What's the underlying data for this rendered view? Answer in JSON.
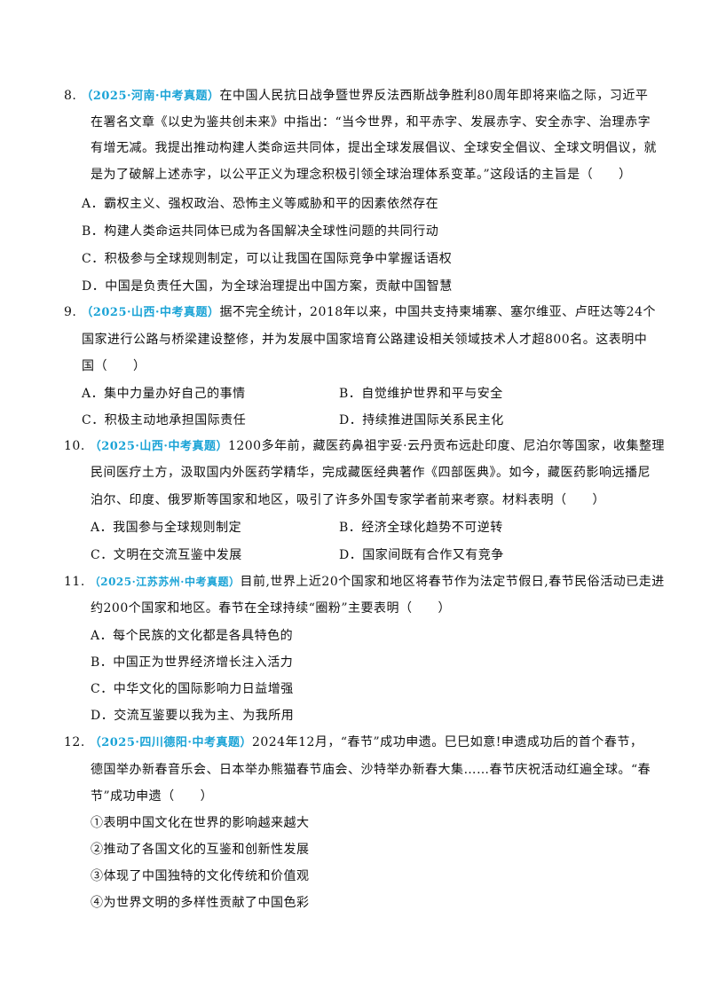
{
  "questions": [
    {
      "number": "8.",
      "tag": "（2025·河南·中考真题）",
      "first": "在中国人民抗日战争暨世界反法西斯战争胜利80周年即将来临之际，习近平",
      "lines": [
        "在署名文章《以史为鉴共创未来》中指出：“当今世界，和平赤字、发展赤字、安全赤字、治理赤字",
        "有增无减。我提出推动构建人类命运共同体，提出全球发展倡议、全球安全倡议、全球文明倡议，就",
        "是为了破解上述赤字，以公平正义为理念积极引领全球治理体系变革。”这段话的主旨是（　　）"
      ],
      "options": [
        "A．霸权主义、强权政治、恐怖主义等威胁和平的因素依然存在",
        "B．构建人类命运共同体已成为各国解决全球性问题的共同行动",
        "C．积极参与全球规则制定，可以让我国在国际竞争中掌握话语权",
        "D．中国是负责任大国，为全球治理提出中国方案，贡献中国智慧"
      ]
    },
    {
      "number": "9.",
      "tag": "（2025·山西·中考真题）",
      "first": "据不完全统计，2018年以来，中国共支持柬埔寨、塞尔维亚、卢旺达等24个",
      "lines": [
        "国家进行公路与桥梁建设整修，并为发展中国家培育公路建设相关领域技术人才超800名。这表明中",
        "国（　　）"
      ],
      "options": [
        "A．集中力量办好自己的事情",
        "B．自觉维护世界和平与安全",
        "C．积极主动地承担国际责任",
        "D．持续推进国际关系民主化"
      ]
    },
    {
      "number": "10.",
      "tag": "（2025·山西·中考真题）",
      "first": "1200多年前，藏医药鼻祖宇妥·云丹贡布远赴印度、尼泊尔等国家，收集整理",
      "lines": [
        "民间医疗土方，汲取国内外医药学精华，完成藏医经典著作《四部医典》。如今，藏医药影响远播尼",
        "泊尔、印度、俄罗斯等国家和地区，吸引了许多外国专家学者前来考察。材料表明（　　）"
      ],
      "options": [
        "A．我国参与全球规则制定",
        "B．经济全球化趋势不可逆转",
        "C．文明在交流互鉴中发展",
        "D．国家间既有合作又有竞争"
      ]
    },
    {
      "number": "11.",
      "tag": "（2025·江苏苏州·中考真题）",
      "first": "目前,世界上近20个国家和地区将春节作为法定节假日,春节民俗活动已走进",
      "lines": [
        "约200个国家和地区。春节在全球持续“圈粉”主要表明（　　）"
      ],
      "options": [
        "A．每个民族的文化都是各具特色的",
        "B．中国正为世界经济增长注入活力",
        "C．中华文化的国际影响力日益增强",
        "D．交流互鉴要以我为主、为我所用"
      ]
    },
    {
      "number": "12.",
      "tag": "（2025·四川德阳·中考真题）",
      "first": "2024年12月，“春节”成功申遗。巳巳如意!申遗成功后的首个春节，",
      "lines": [
        "德国举办新春音乐会、日本举办熊猫春节庙会、沙特举办新春大集……春节庆祝活动红遍全球。“春",
        "节”成功申遗（　　）"
      ],
      "options": [
        "①表明中国文化在世界的影响越来越大",
        "②推动了各国文化的互鉴和创新性发展",
        "③体现了中国独特的文化传统和价值观",
        "④为世界文明的多样性贡献了中国色彩"
      ]
    }
  ],
  "colors": {
    "tag": "#1aa3d6",
    "text": "#111111"
  }
}
